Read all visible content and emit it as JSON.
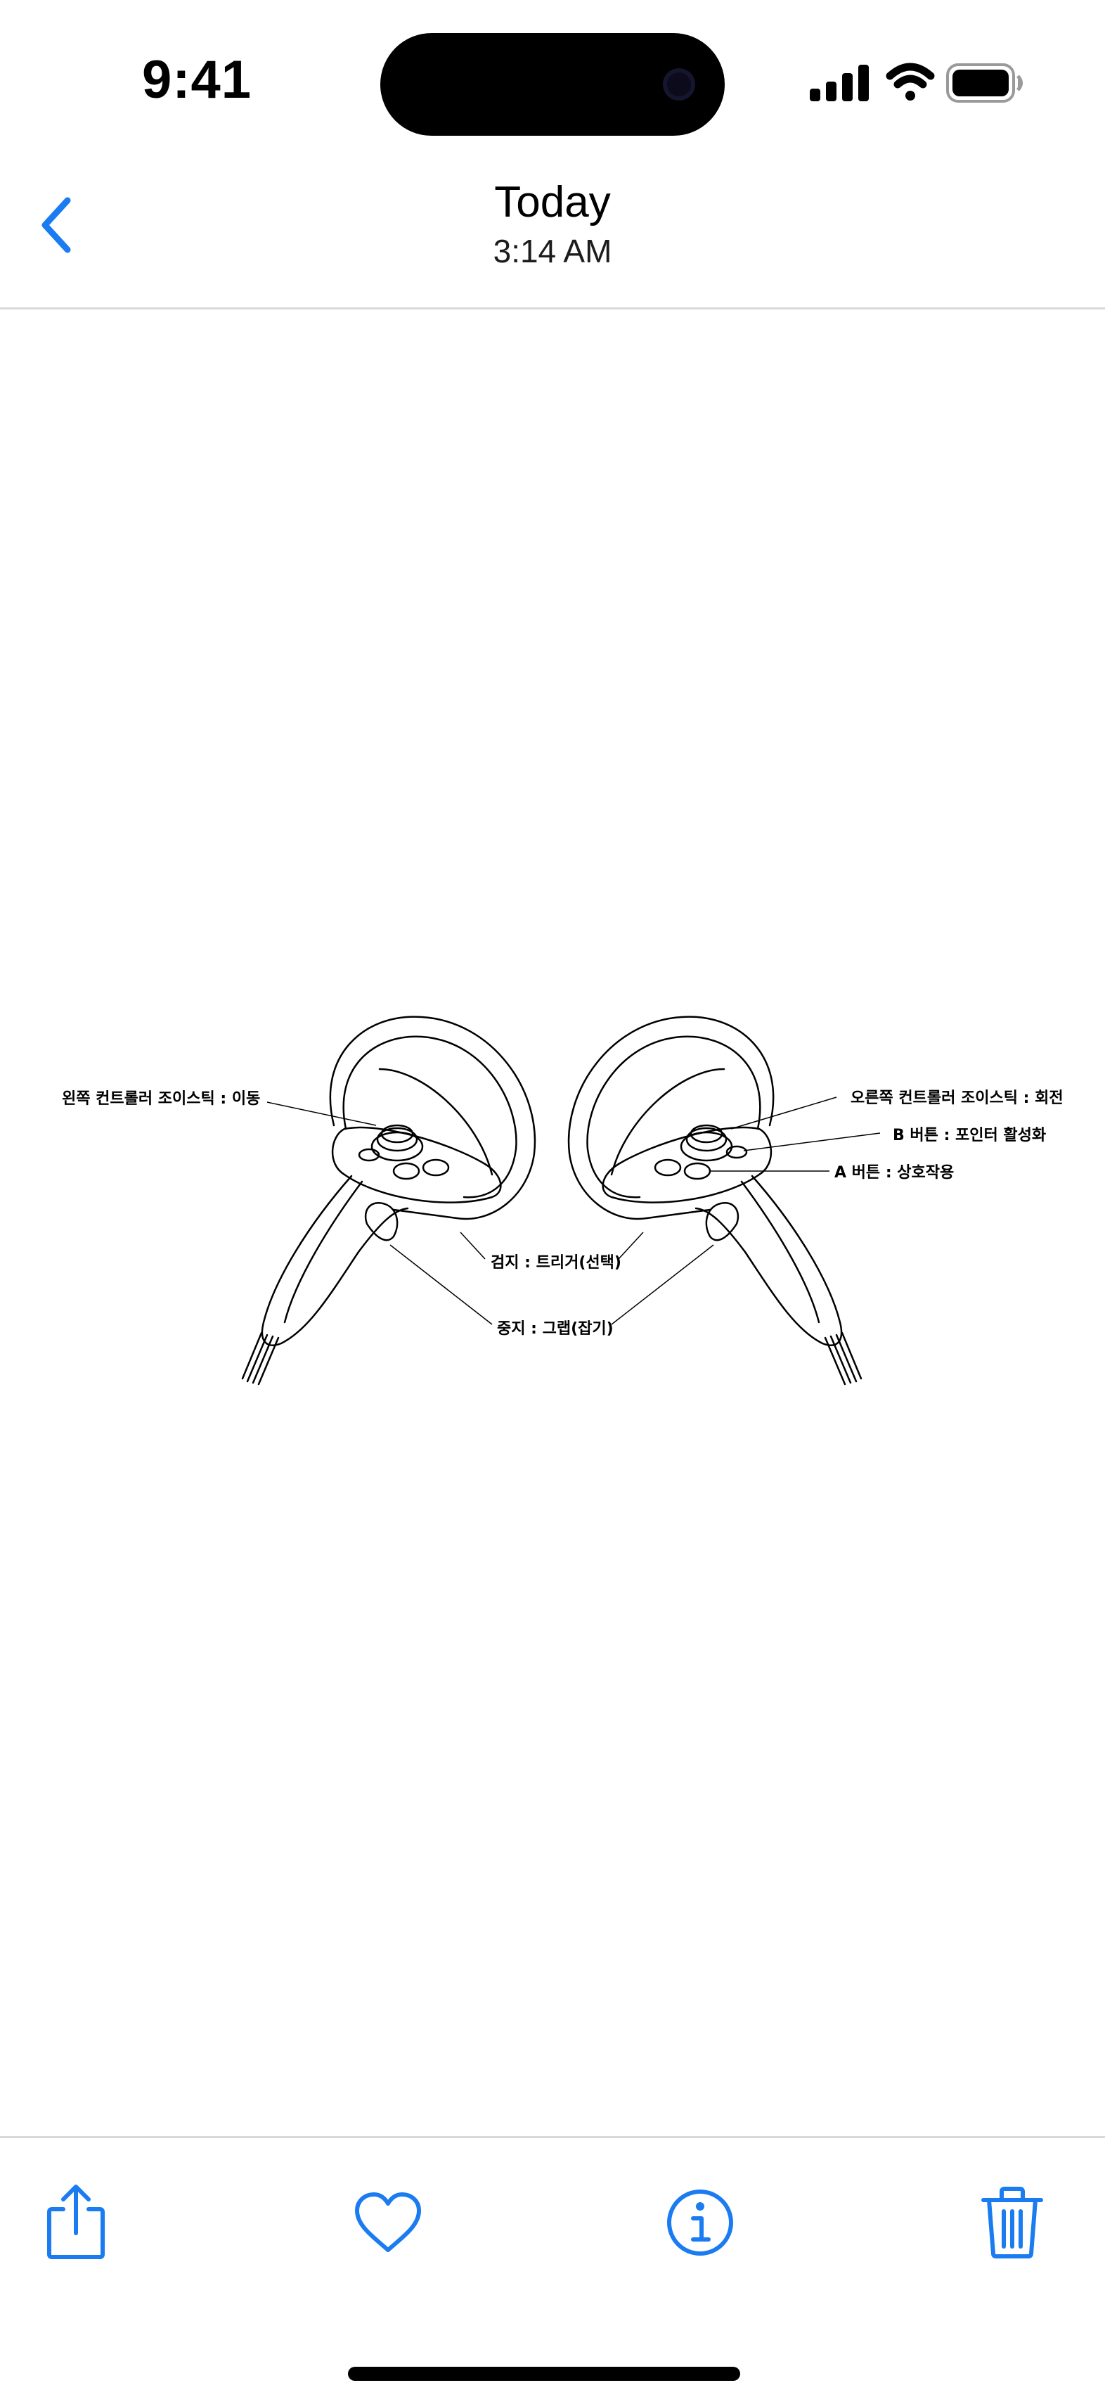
{
  "status_bar": {
    "time": "9:41"
  },
  "nav": {
    "title": "Today",
    "subtitle": "3:14 AM",
    "back_icon": "chevron-left-icon"
  },
  "photo": {
    "description_labels": {
      "left_joystick": "왼쪽 컨트롤러 조이스틱 : 이동",
      "right_joystick": "오른쪽 컨트롤러 조이스틱 : 회전",
      "b_button": "B 버튼 : 포인터 활성화",
      "a_button": "A 버튼 : 상호작용",
      "trigger": "검지 : 트리거(선택)",
      "grip": "중지 : 그랩(잡기)"
    }
  },
  "toolbar": {
    "items": [
      {
        "name": "share",
        "icon": "share-icon"
      },
      {
        "name": "favorite",
        "icon": "heart-icon"
      },
      {
        "name": "info",
        "icon": "info-icon"
      },
      {
        "name": "delete",
        "icon": "trash-icon"
      }
    ]
  },
  "colors": {
    "accent": "#1a7cf0",
    "divider": "#d9d9d9",
    "text": "#000000"
  }
}
